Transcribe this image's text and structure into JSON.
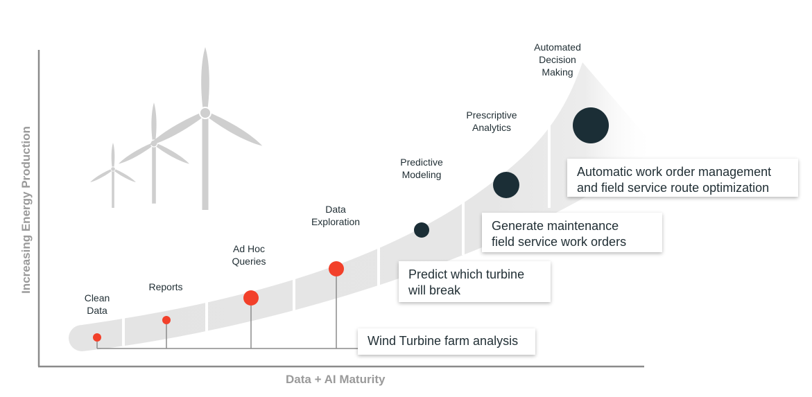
{
  "axes": {
    "x_label": "Data + AI Maturity",
    "y_label": "Increasing  Energy Production"
  },
  "stages": [
    {
      "name": "Clean Data",
      "label": "Clean\nData",
      "marker": "red",
      "marker_size": "small"
    },
    {
      "name": "Reports",
      "label": "Reports",
      "marker": "red",
      "marker_size": "small"
    },
    {
      "name": "Ad Hoc Queries",
      "label": "Ad Hoc\nQueries",
      "marker": "red",
      "marker_size": "medium"
    },
    {
      "name": "Data Exploration",
      "label": "Data\nExploration",
      "marker": "red",
      "marker_size": "medium"
    },
    {
      "name": "Predictive Modeling",
      "label": "Predictive\nModeling",
      "marker": "dark",
      "marker_size": "medium"
    },
    {
      "name": "Prescriptive Analytics",
      "label": "Prescriptive\nAnalytics",
      "marker": "dark",
      "marker_size": "large"
    },
    {
      "name": "Automated Decision Making",
      "label": "Automated\nDecision\nMaking",
      "marker": "dark",
      "marker_size": "xlarge"
    }
  ],
  "callouts": [
    {
      "text": "Wind Turbine farm analysis",
      "stages": [
        "Clean Data",
        "Reports",
        "Ad Hoc Queries",
        "Data Exploration"
      ]
    },
    {
      "text": "Predict which turbine\nwill break",
      "stages": [
        "Predictive Modeling"
      ]
    },
    {
      "text": "Generate maintenance\nfield service work orders",
      "stages": [
        "Prescriptive Analytics"
      ]
    },
    {
      "text": "Automatic work order management\nand field service route optimization",
      "stages": [
        "Automated Decision Making"
      ]
    }
  ],
  "colors": {
    "red": "#f2402a",
    "dark": "#1b2e36",
    "band": "#e6e6e6",
    "axis": "#8a8a8a",
    "turbine": "#cfcfcf",
    "text": "#1f2d33"
  },
  "icons": [
    "wind-turbine-icon"
  ]
}
